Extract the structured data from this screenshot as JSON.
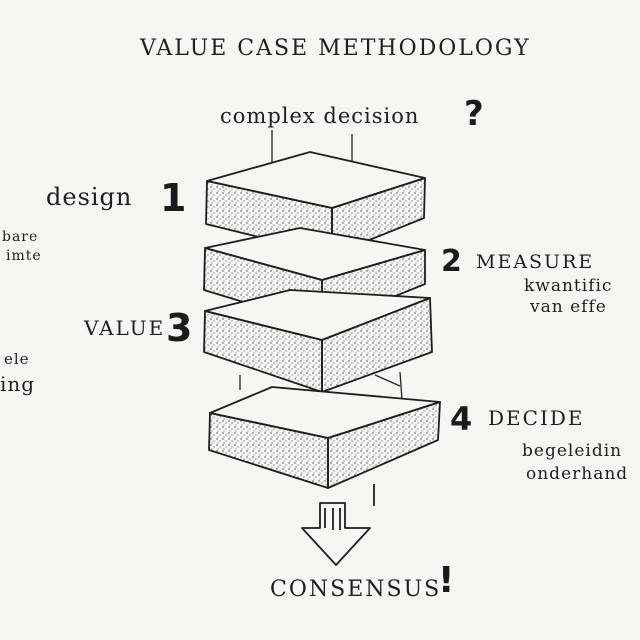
{
  "title": "VALUE CASE METHODOLOGY",
  "top_label": "complex decision",
  "top_mark": "?",
  "steps": [
    {
      "number": "1",
      "label": "design"
    },
    {
      "number": "2",
      "label": "MEASURE",
      "note": "kwantific",
      "note2": "van effe"
    },
    {
      "number": "3",
      "label": "VALUE"
    },
    {
      "number": "4",
      "label": "DECIDE",
      "note": "begeleidin",
      "note2": "onderhand"
    }
  ],
  "left_fragments": [
    "bare",
    "imte",
    "ele",
    "ing"
  ],
  "result": "CONSENSUS",
  "result_mark": "!",
  "colors": {
    "ink": "#1e1e1e",
    "paper": "#f7f6f3",
    "stipple": "#555555"
  }
}
